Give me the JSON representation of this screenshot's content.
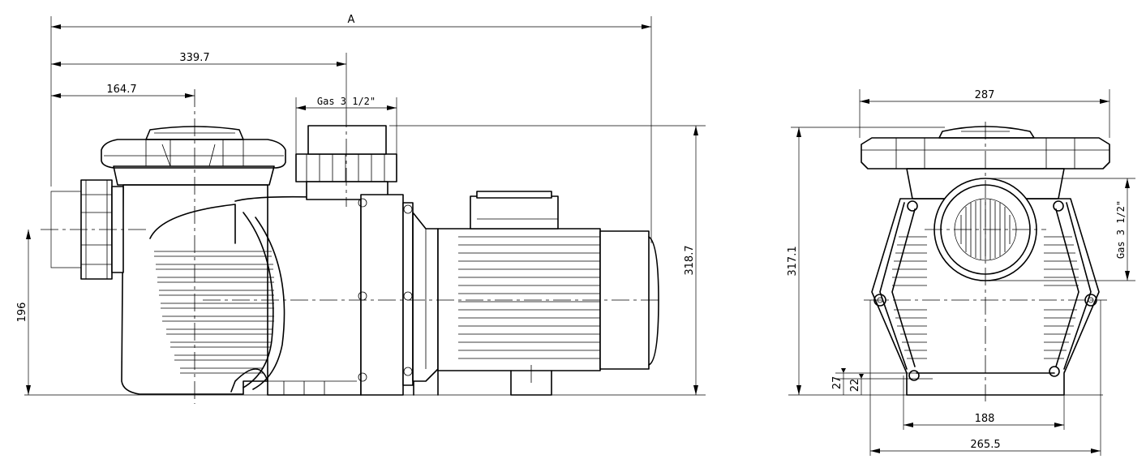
{
  "dimensions": {
    "overall_length": "A",
    "inlet_to_outlet_axis": "339.7",
    "inlet_to_basket_axis": "164.7",
    "outlet_connection": "Gas  3  1/2\"",
    "total_height_side": "318.7",
    "inlet_axis_height": "196",
    "total_width_front": "287",
    "total_height_front": "317.1",
    "inlet_connection_front": "Gas  3  1/2\"",
    "foot_height_27": "27",
    "foot_height_22": "22",
    "foot_hole_spacing": "188",
    "foot_width": "265.5"
  }
}
